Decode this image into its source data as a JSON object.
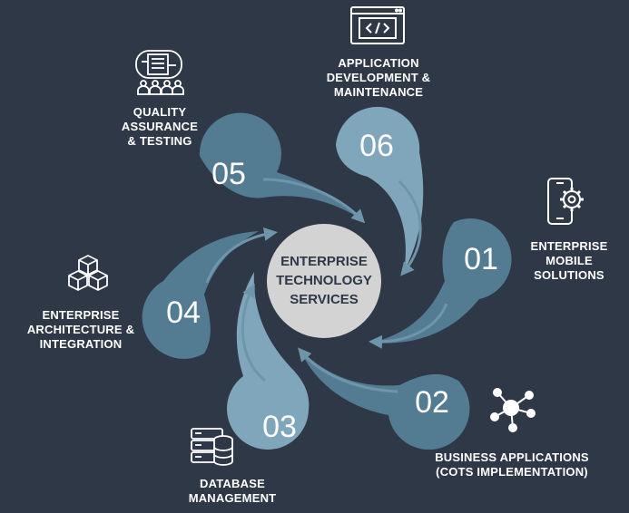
{
  "center": {
    "lines": [
      "ENTERPRISE",
      "TECHNOLOGY",
      "SERVICES"
    ]
  },
  "services": [
    {
      "number": "01",
      "label_lines": [
        "ENTERPRISE",
        "MOBILE",
        "SOLUTIONS"
      ],
      "icon": "mobile-gear-icon"
    },
    {
      "number": "02",
      "label_lines": [
        "BUSINESS APPLICATIONS",
        "(COTS IMPLEMENTATION)"
      ],
      "icon": "network-nodes-icon"
    },
    {
      "number": "03",
      "label_lines": [
        "DATABASE",
        "MANAGEMENT"
      ],
      "icon": "database-server-icon"
    },
    {
      "number": "04",
      "label_lines": [
        "ENTERPRISE",
        "ARCHITECTURE &",
        "INTEGRATION"
      ],
      "icon": "cubes-icon"
    },
    {
      "number": "05",
      "label_lines": [
        "QUALITY",
        "ASSURANCE",
        "& TESTING"
      ],
      "icon": "qa-team-icon"
    },
    {
      "number": "06",
      "label_lines": [
        "APPLICATION",
        "DEVELOPMENT &",
        "MAINTENANCE"
      ],
      "icon": "code-window-icon"
    }
  ],
  "colors": {
    "background": "#2e3847",
    "center_circle": "#d3d3d3",
    "petal_light": "#7fa6bb",
    "petal_dark": "#537b92",
    "text": "#ffffff"
  }
}
